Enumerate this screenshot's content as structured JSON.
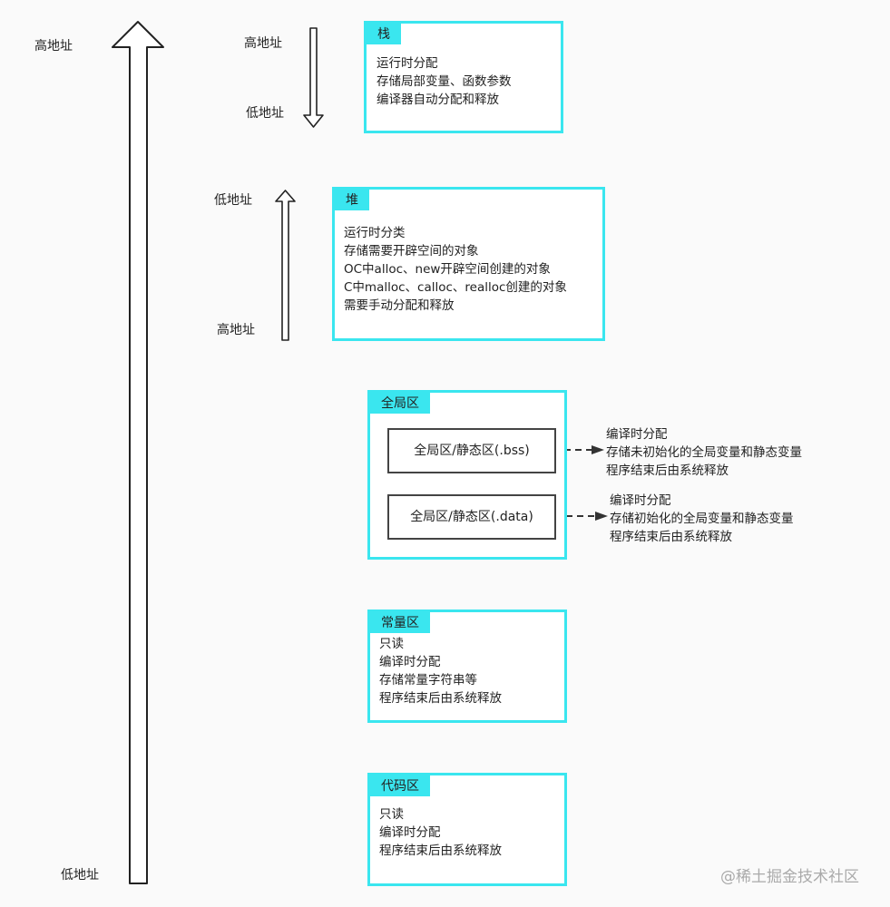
{
  "axis": {
    "top_label": "高地址",
    "bottom_label": "低地址"
  },
  "stack": {
    "tag": "栈",
    "lines": [
      "运行时分配",
      "存储局部变量、函数参数",
      "编译器自动分配和释放"
    ],
    "arrow_top_label": "高地址",
    "arrow_bottom_label": "低地址"
  },
  "heap": {
    "tag": "堆",
    "lines": [
      "运行时分类",
      "存储需要开辟空间的对象",
      "OC中alloc、new开辟空间创建的对象",
      "C中malloc、calloc、realloc创建的对象",
      "需要手动分配和释放"
    ],
    "arrow_top_label": "低地址",
    "arrow_bottom_label": "高地址"
  },
  "global": {
    "tag": "全局区",
    "bss_label": "全局区/静态区(.bss)",
    "bss_notes": [
      "编译时分配",
      "存储未初始化的全局变量和静态变量",
      "程序结束后由系统释放"
    ],
    "data_label": "全局区/静态区(.data)",
    "data_notes": [
      "编译时分配",
      "存储初始化的全局变量和静态变量",
      "程序结束后由系统释放"
    ]
  },
  "constant": {
    "tag": "常量区",
    "lines": [
      "只读",
      "编译时分配",
      "存储常量字符串等",
      "程序结束后由系统释放"
    ]
  },
  "code": {
    "tag": "代码区",
    "lines": [
      "只读",
      "编译时分配",
      "程序结束后由系统释放"
    ]
  },
  "watermark": "@稀土掘金技术社区",
  "colors": {
    "accent": "#3ae6ef",
    "border": "#444444"
  }
}
